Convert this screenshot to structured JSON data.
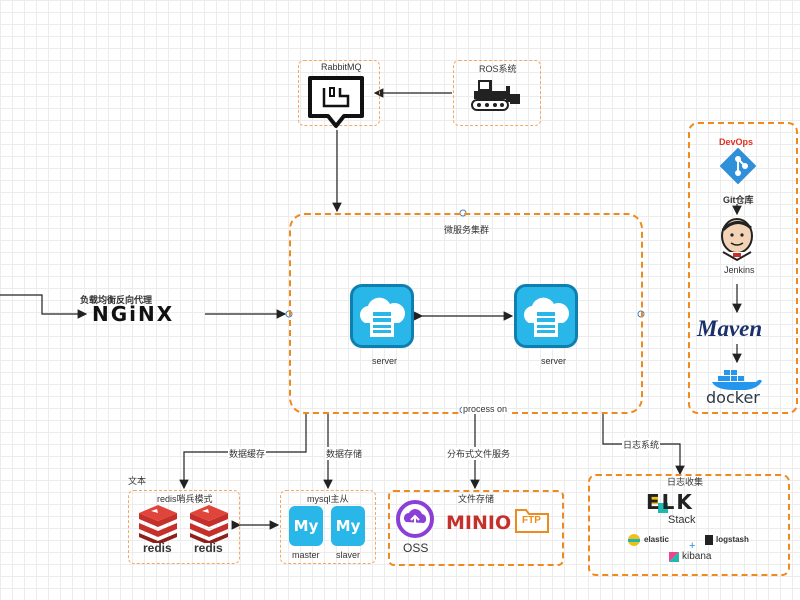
{
  "rabbitmq": {
    "label": "RabbitMQ",
    "icon": "rabbitmq-icon"
  },
  "ros": {
    "label": "ROS系统",
    "icon": "bulldozer-icon"
  },
  "nginx": {
    "caption": "负载均衡反向代理",
    "logo": "NGiNX"
  },
  "cluster": {
    "title": "微服务集群",
    "servers": [
      {
        "label": "server"
      },
      {
        "label": "server"
      }
    ],
    "footer": "process on"
  },
  "devops": {
    "title": "DevOps",
    "git_label": "Git仓库",
    "jenkins_label": "Jenkins",
    "maven_logo": "Maven",
    "docker_logo": "docker"
  },
  "edges": {
    "cache": "数据缓存",
    "storage": "数据存储",
    "file": "分布式文件服务",
    "log": "日志系统"
  },
  "misc_text": "文本",
  "redis": {
    "title": "redis哨兵模式",
    "items": [
      "redis",
      "redis"
    ]
  },
  "mysql": {
    "title": "mysql主从",
    "items": [
      "master",
      "slaver"
    ],
    "logo": "My"
  },
  "files": {
    "title": "文件存储",
    "oss": "OSS",
    "minio": "MINIO",
    "ftp": "FTP"
  },
  "logging": {
    "title": "日志收集",
    "elk": "ELK",
    "stack": "Stack",
    "elastic": "elastic",
    "plus": "+",
    "logstash": "logstash",
    "kibana": "kibana"
  },
  "colors": {
    "accent_orange": "#ef8a1e",
    "box_orange": "#f3a86a",
    "cloud_blue": "#29b6e8",
    "redis_red": "#c6302b",
    "devops_red": "#e0301e",
    "git_blue": "#2f8fd8"
  }
}
